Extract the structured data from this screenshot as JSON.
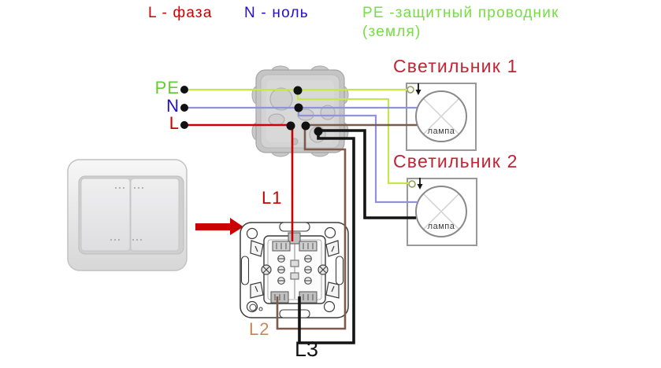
{
  "legend": {
    "phase": {
      "text": "L - фаза",
      "color": "#cc0000"
    },
    "neutral": {
      "text": "N - ноль",
      "color": "#2211cc"
    },
    "protective": {
      "text": "PE -защитный проводник",
      "text2": "(земля)",
      "color": "#77dd44"
    }
  },
  "supply": {
    "pe": "PE",
    "n": "N",
    "l": "L"
  },
  "fixtures": [
    {
      "title": "Светильник 1",
      "lamp": "лампа"
    },
    {
      "title": "Светильник 2",
      "lamp": "лампа"
    }
  ],
  "switch_wires": {
    "l1": "L1",
    "l2": "L2",
    "l3": "L3"
  },
  "wire_colors": {
    "pe": "#c6e64f",
    "n": "#9191dc",
    "l": "#cc0000",
    "l2": "#7d5b4b",
    "l3": "#141414"
  }
}
